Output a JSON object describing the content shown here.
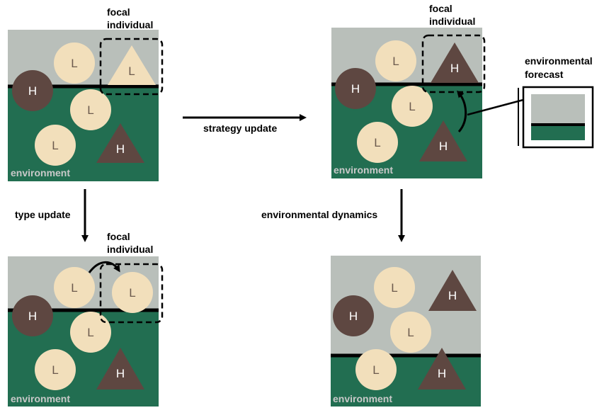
{
  "labels": {
    "focal": [
      "focal",
      "individual"
    ],
    "environment": "environment",
    "strategy_update": "strategy update",
    "type_update": "type update",
    "environmental_dynamics": "environmental dynamics",
    "forecast": [
      "environmental",
      "forecast"
    ]
  },
  "tokens": {
    "low": "L",
    "high": "H"
  },
  "colors": {
    "sky": "#b9bfba",
    "ground": "#226e51",
    "low": "#f2dfbb",
    "high": "#5e4741",
    "line": "#000000"
  }
}
